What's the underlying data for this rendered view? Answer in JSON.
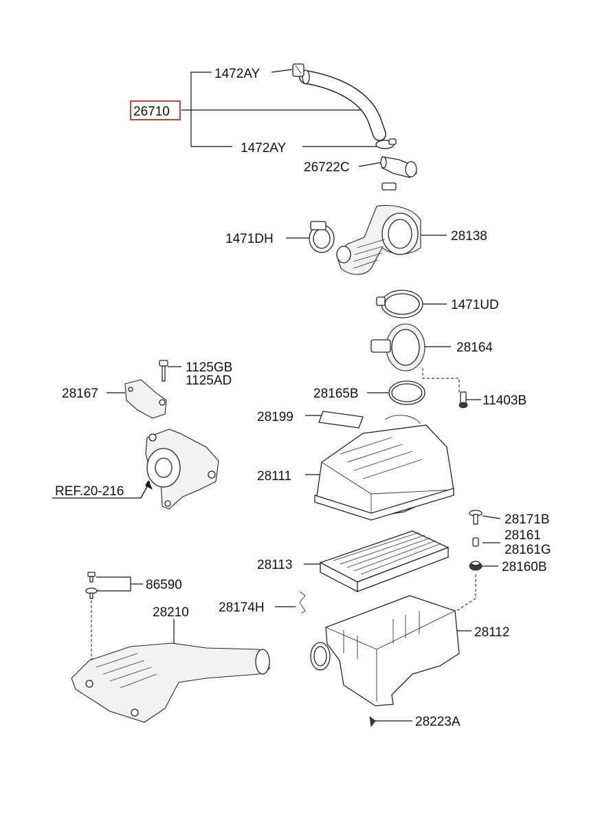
{
  "colors": {
    "highlight": "#e02020",
    "line": "#111111",
    "part_fill": "#ffffff"
  },
  "labels": {
    "p1472AY_top": "1472AY",
    "p26710": "26710",
    "p1472AY_bottom": "1472AY",
    "p26722C": "26722C",
    "p1471DH": "1471DH",
    "p28138": "28138",
    "p1471UD": "1471UD",
    "p28164": "28164",
    "p1125GB": "1125GB",
    "p1125AD": "1125AD",
    "p28167": "28167",
    "p28165B": "28165B",
    "p11403B": "11403B",
    "p28199": "28199",
    "p28111": "28111",
    "pREF": "REF.20-216",
    "p28171B": "28171B",
    "p28161": "28161",
    "p28161G": "28161G",
    "p28113": "28113",
    "p28160B": "28160B",
    "p86590": "86590",
    "p28210": "28210",
    "p28174H": "28174H",
    "p28112": "28112",
    "p28223A": "28223A"
  }
}
